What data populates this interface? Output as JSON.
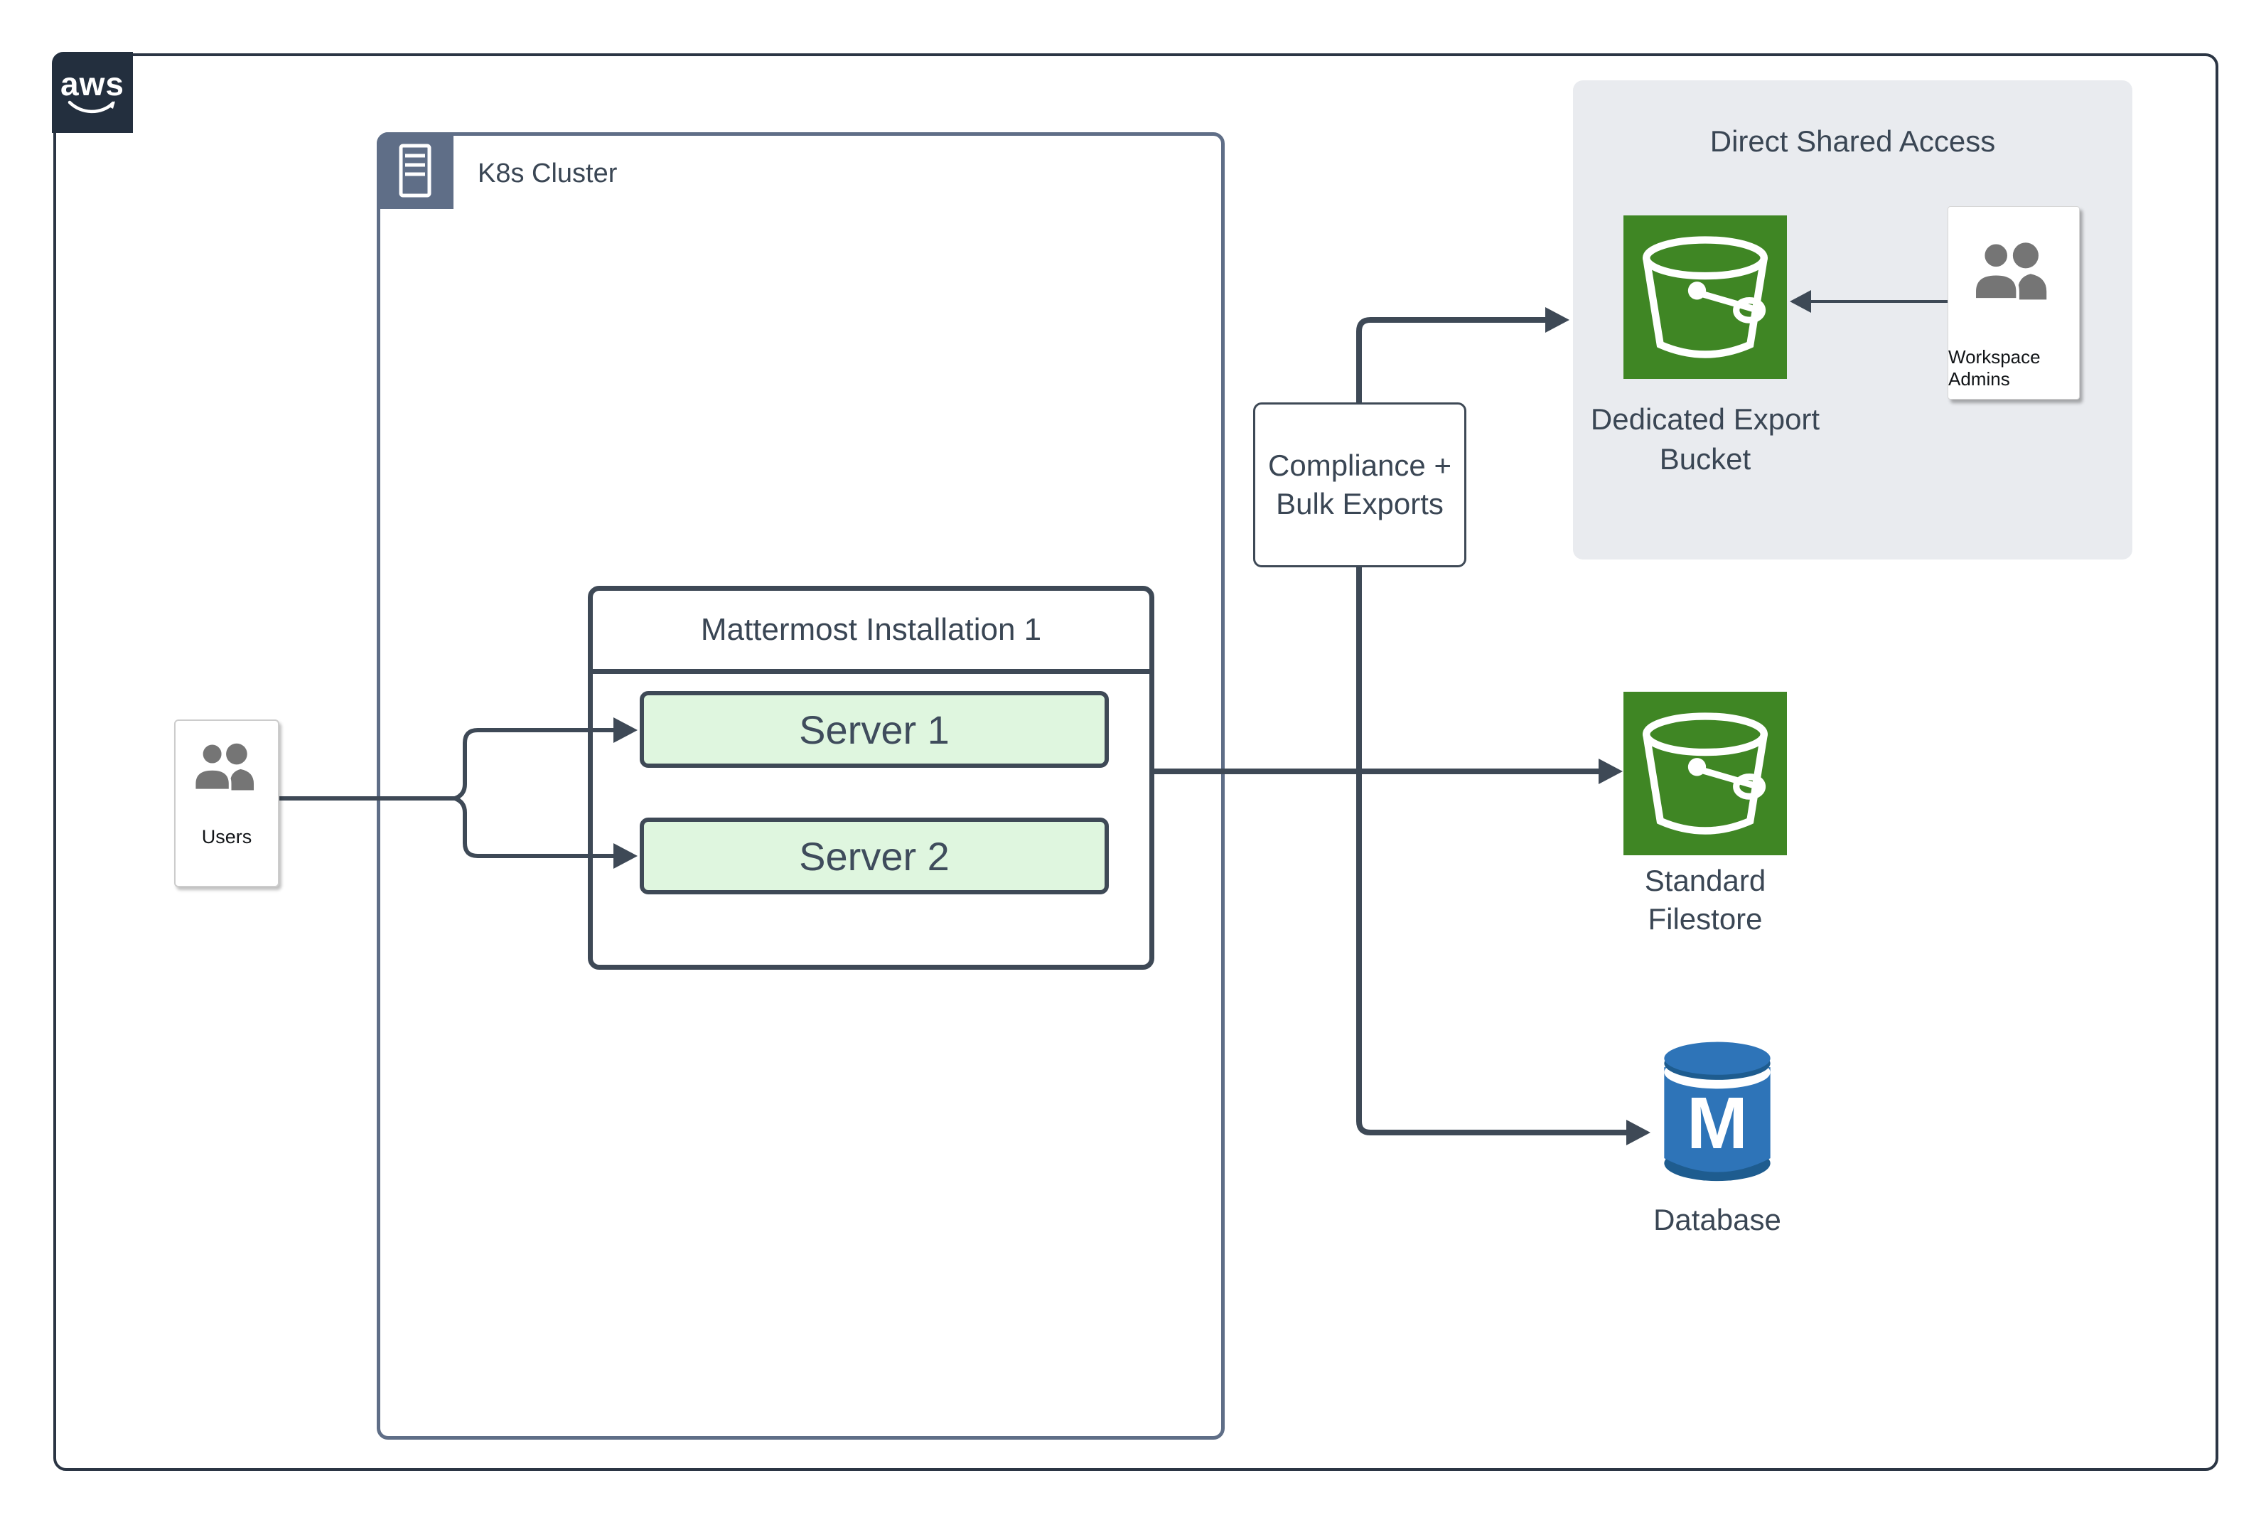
{
  "colors": {
    "canvas_border": "#2b3544",
    "line": "#3e4956",
    "slate": "#5f6e87",
    "text_dark": "#3a4654",
    "server_fill": "#dff6df",
    "panel_bg": "#e9ebef",
    "bucket_green": "#3f8624",
    "db_blue": "#2e74b8",
    "db_blue_dark": "#1e5c8f",
    "people_gray": "#757575",
    "aws_navy": "#232f3e"
  },
  "nodes": {
    "aws_logo": {
      "label": "aws"
    },
    "k8s_cluster": {
      "label": "K8s Cluster"
    },
    "users": {
      "label": "Users"
    },
    "mattermost": {
      "title": "Mattermost Installation 1",
      "servers": [
        {
          "label": "Server 1"
        },
        {
          "label": "Server 2"
        }
      ]
    },
    "compliance": {
      "label_line1": "Compliance +",
      "label_line2": "Bulk Exports"
    },
    "direct_shared_access": {
      "title": "Direct Shared Access",
      "dedicated_export_bucket": {
        "label_line1": "Dedicated Export",
        "label_line2": "Bucket"
      },
      "workspace_admins": {
        "label": "Workspace Admins"
      }
    },
    "standard_filestore": {
      "label_line1": "Standard",
      "label_line2": "Filestore"
    },
    "database": {
      "label": "Database",
      "monogram": "M"
    }
  },
  "edges": [
    {
      "from": "users",
      "to": "server-1"
    },
    {
      "from": "users",
      "to": "server-2"
    },
    {
      "from": "mattermost-installation-1",
      "to": "standard-filestore"
    },
    {
      "from": "mattermost-installation-1",
      "to": "compliance-bulk-exports"
    },
    {
      "from": "compliance-bulk-exports",
      "to": "dedicated-export-bucket"
    },
    {
      "from": "mattermost-installation-1",
      "to": "database"
    },
    {
      "from": "workspace-admins",
      "to": "dedicated-export-bucket"
    }
  ]
}
